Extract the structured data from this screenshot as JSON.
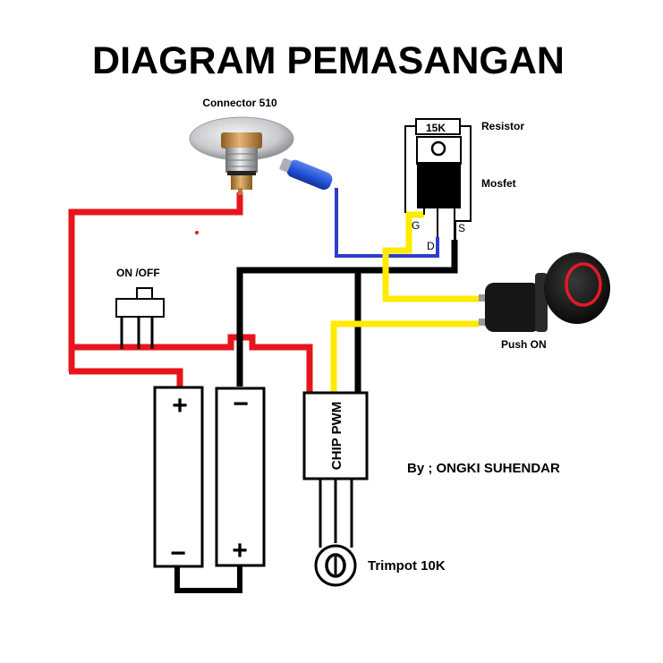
{
  "title": "DIAGRAM PEMASANGAN",
  "labels": {
    "connector": "Connector 510",
    "resistor": "Resistor",
    "resistor_value": "15K",
    "mosfet": "Mosfet",
    "pin_g": "G",
    "pin_d": "D",
    "pin_s": "S",
    "switch": "ON /OFF",
    "push": "Push ON",
    "chip": "CHIP PWM",
    "author": "By ; ONGKI SUHENDAR",
    "trimpot": "Trimpot 10K",
    "battery1_top": "+",
    "battery1_bottom": "−",
    "battery2_top": "−",
    "battery2_bottom": "+"
  },
  "colors": {
    "wire_red": "#e8141c",
    "wire_black": "#000000",
    "wire_yellow": "#ffea00",
    "wire_blue": "#2b3fc8",
    "push_ring": "#e31b23",
    "connector_brass": "#c98a3e",
    "connector_silver": "#c7c9cc",
    "terminal_blue": "#1f4fd1"
  }
}
